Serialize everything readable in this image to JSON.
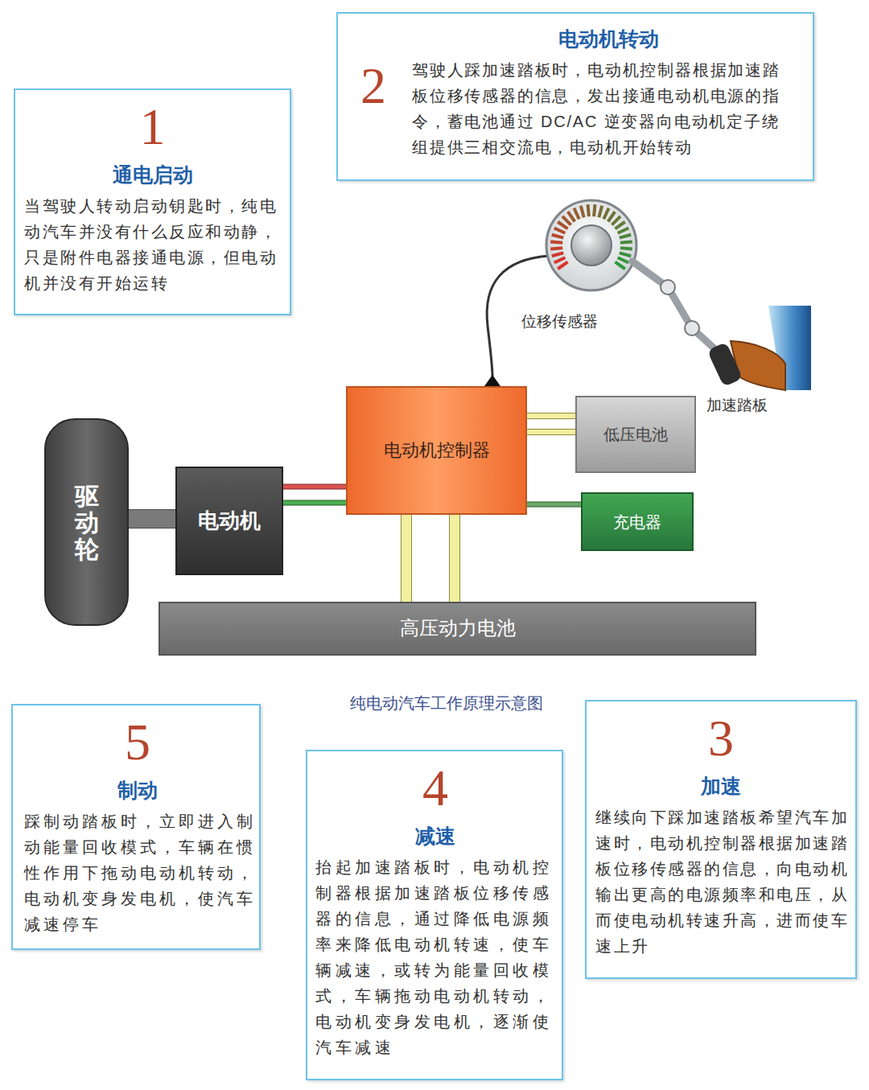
{
  "diagram": {
    "caption": "纯电动汽车工作原理示意图",
    "nodes": [
      {
        "text": [
          "1",
          "通电启动",
          "当驾驶人转动启动钥匙时，纯电 动汽车并没有什么反应和动静， 只是附件电器接通电源，但电动 机并没有开始运转"
        ]
      },
      {
        "text": [
          "2",
          "电动机转动",
          "驾驶人踩加速踏板时，电动机控制器根据加速踏 板位移传感器的信息，发出接通电动机电源的指 令，蓄电池通过 DC/AC 逆变器向电动机定子绕 组提供三相交流电，电动机开始转动"
        ]
      },
      {
        "text": [
          "驱动轮"
        ]
      },
      {
        "text": [
          "电动机"
        ]
      },
      {
        "text": [
          "电动机控制器"
        ]
      },
      {
        "text": [
          "低压电池"
        ]
      },
      {
        "text": [
          "充电器"
        ]
      },
      {
        "text": [
          "高压动力电池"
        ]
      },
      {
        "text": [
          "5",
          "制动",
          "踩制动踏板时，立即进入制 动能量回收模式，车辆在惯 性作用下拖动电动机转动， 电动机变身发电机，使汽车 减速停车"
        ]
      },
      {
        "text": [
          "4",
          "减速",
          "抬起加速踏板时，电动机控 制器根据加速踏板位移传感 器的信息，通过降低电源频 率来降低电动机转速，使车 辆减速，或转为能量回收模 式，车辆拖动电动机转动， 电动机变身发电机，逐渐使 汽车减速"
        ]
      },
      {
        "text": [
          "3",
          "加速",
          "继续向下踩加速踏板希望汽车加 速时，电动机控制器根据加速踏 板位移传感器的信息，向电动机 输出更高的电源频率和电压，从 而使电动机转速升高，进而使车 速上升"
        ]
      }
    ],
    "edges": [
      {
        "from": 2,
        "to": 3,
        "arrow": "none"
      },
      {
        "from": 3,
        "to": 4,
        "arrow": "none"
      },
      {
        "from": 3,
        "to": 4,
        "arrow": "none"
      },
      {
        "from": 4,
        "to": 5,
        "arrow": "none"
      },
      {
        "from": 4,
        "to": 5,
        "arrow": "none"
      },
      {
        "from": 4,
        "to": 6,
        "arrow": "none"
      },
      {
        "from": 4,
        "to": 7,
        "arrow": "none"
      },
      {
        "from": 4,
        "to": 7,
        "arrow": "none"
      }
    ],
    "labels": [
      "位移传感器",
      "加速踏板"
    ]
  }
}
